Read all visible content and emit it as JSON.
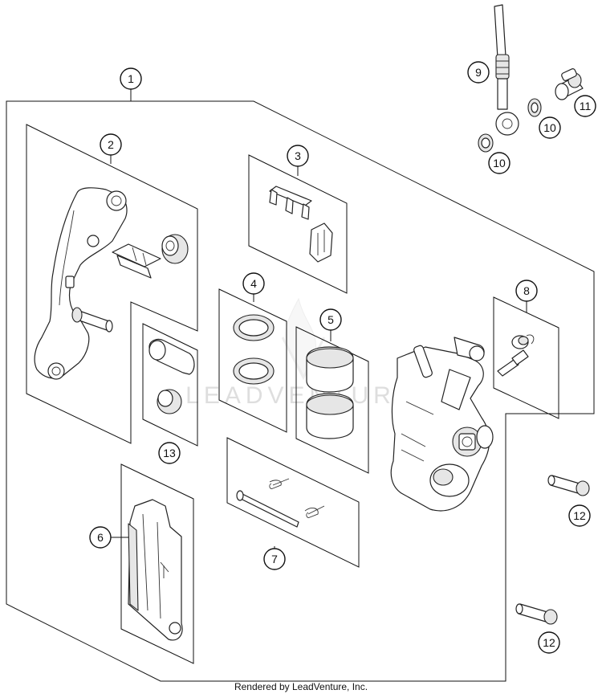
{
  "watermark": "LEADVENTURE",
  "footer": "Rendered by LeadVenture, Inc.",
  "callouts": [
    "1",
    "2",
    "3",
    "4",
    "5",
    "6",
    "7",
    "8",
    "9",
    "10",
    "10",
    "11",
    "12",
    "12",
    "13"
  ]
}
